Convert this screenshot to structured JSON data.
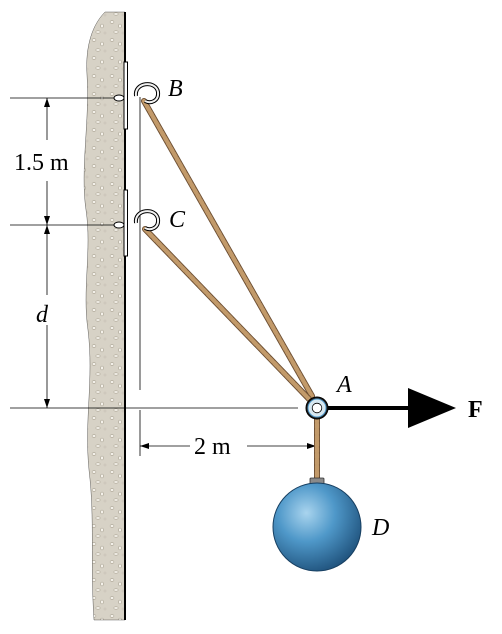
{
  "diagram": {
    "labels": {
      "point_b": "B",
      "point_c": "C",
      "point_a": "A",
      "point_d": "D",
      "force": "F",
      "dim_bc": "1.5 m",
      "dim_d": "d",
      "dim_horizontal": "2 m"
    },
    "colors": {
      "wall_fill": "#d7d2c6",
      "wall_speckle": "#f4f1ea",
      "rope_main": "#b78f63",
      "rope_dark": "#6d4f33",
      "sphere_light": "#a9d4ee",
      "sphere_mid": "#4f98c9",
      "sphere_dark": "#1d4f79",
      "line": "#000000",
      "ring_fill": "#d7e8f1"
    }
  }
}
